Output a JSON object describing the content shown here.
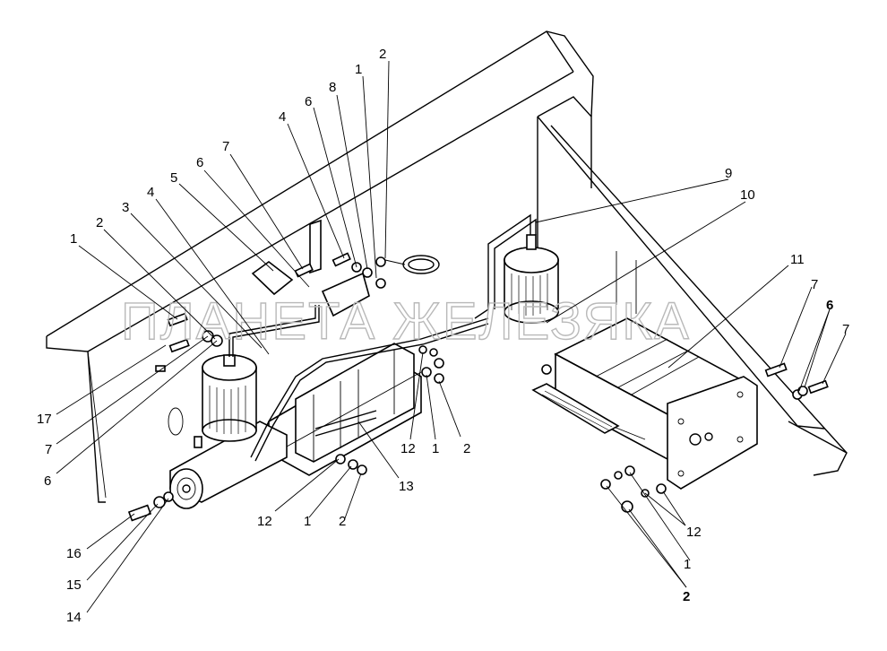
{
  "watermark": "ПЛАНЕТА ЖЕЛЕЗЯКА",
  "callouts": [
    {
      "id": "c1",
      "text": "2"
    },
    {
      "id": "c2",
      "text": "1"
    },
    {
      "id": "c3",
      "text": "8"
    },
    {
      "id": "c4",
      "text": "6"
    },
    {
      "id": "c5",
      "text": "4"
    },
    {
      "id": "c6",
      "text": "7"
    },
    {
      "id": "c7",
      "text": "6"
    },
    {
      "id": "c8",
      "text": "5"
    },
    {
      "id": "c9",
      "text": "4"
    },
    {
      "id": "c10",
      "text": "3"
    },
    {
      "id": "c11",
      "text": "2"
    },
    {
      "id": "c12",
      "text": "1"
    },
    {
      "id": "c13",
      "text": "9"
    },
    {
      "id": "c14",
      "text": "10"
    },
    {
      "id": "c15",
      "text": "11"
    },
    {
      "id": "c16",
      "text": "7"
    },
    {
      "id": "c17",
      "text": "6"
    },
    {
      "id": "c18",
      "text": "7"
    },
    {
      "id": "c19",
      "text": "17"
    },
    {
      "id": "c20",
      "text": "7"
    },
    {
      "id": "c21",
      "text": "6"
    },
    {
      "id": "c22",
      "text": "12"
    },
    {
      "id": "c23",
      "text": "1"
    },
    {
      "id": "c24",
      "text": "2"
    },
    {
      "id": "c25",
      "text": "13"
    },
    {
      "id": "c26",
      "text": "12"
    },
    {
      "id": "c27",
      "text": "1"
    },
    {
      "id": "c28",
      "text": "2"
    },
    {
      "id": "c29",
      "text": "16"
    },
    {
      "id": "c30",
      "text": "15"
    },
    {
      "id": "c31",
      "text": "14"
    },
    {
      "id": "c32",
      "text": "12"
    },
    {
      "id": "c33",
      "text": "1"
    },
    {
      "id": "c34",
      "text": "2"
    }
  ]
}
